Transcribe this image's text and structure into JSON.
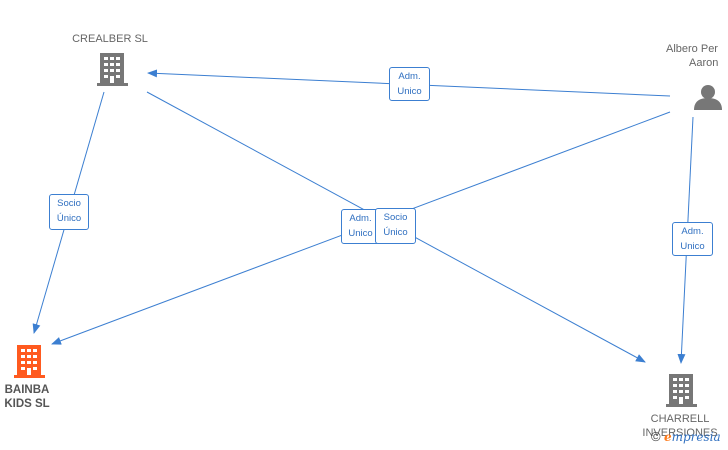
{
  "colors": {
    "edge": "#3c7fd1",
    "company_icon": "#777777",
    "company_icon_highlight": "#ff5a1f",
    "person_icon": "#777777",
    "label": "#666666"
  },
  "nodes": {
    "crealber": {
      "label": "CREALBER  SL",
      "icon": "building-icon"
    },
    "albero": {
      "label_line1": "Albero Per",
      "label_line2": "Aaron",
      "icon": "person-icon"
    },
    "bainba": {
      "label_line1": "BAINBA",
      "label_line2": "KIDS  SL",
      "icon": "building-icon",
      "highlighted": true
    },
    "charrell": {
      "label_line1": "CHARRELL",
      "label_line2": "INVERSIONES",
      "icon": "building-icon"
    }
  },
  "edges": {
    "albero_crealber": {
      "line1": "Adm.",
      "line2": "Unico"
    },
    "crealber_bainba": {
      "line1": "Socio",
      "line2": "Único"
    },
    "albero_bainba": {
      "line1": "Adm.",
      "line2": "Unico"
    },
    "crealber_charrell": {
      "line1": "Socio",
      "line2": "Único"
    },
    "albero_charrell": {
      "line1": "Adm.",
      "line2": "Unico"
    }
  },
  "watermark": {
    "copyright": "©",
    "brand_initial": "e",
    "brand_rest": "mpresia"
  }
}
